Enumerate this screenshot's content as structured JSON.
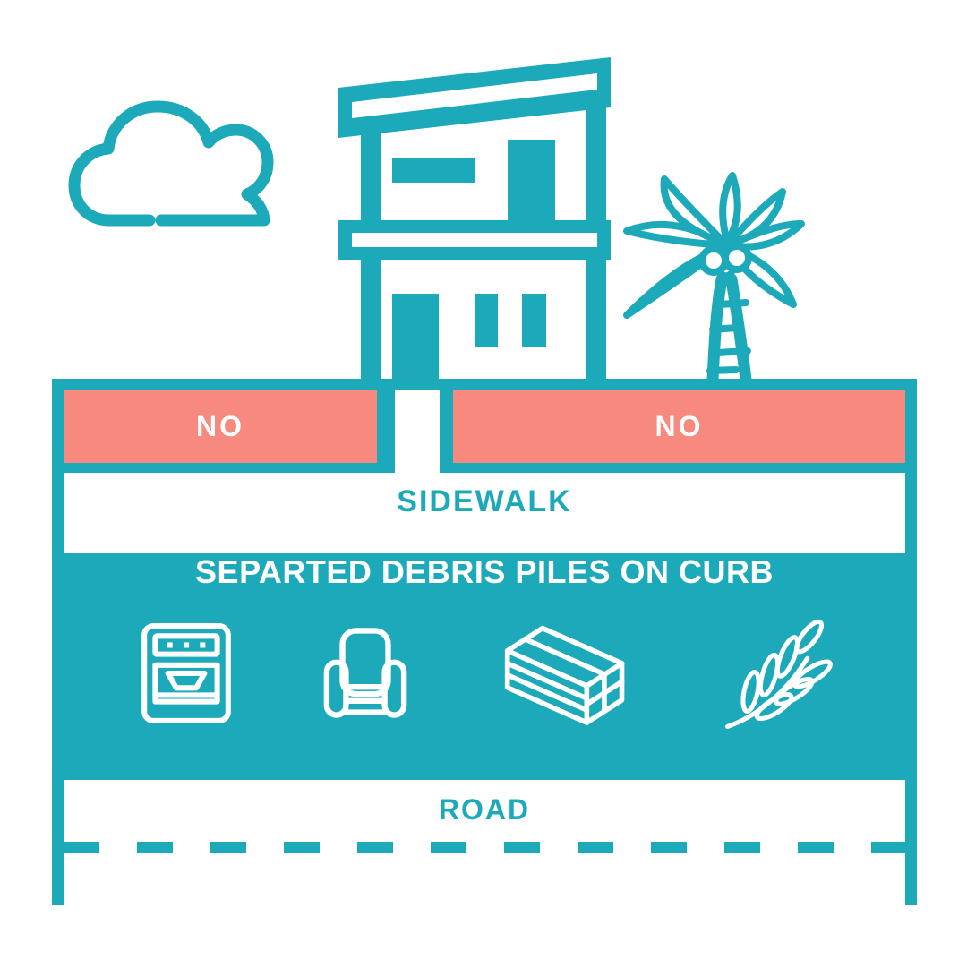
{
  "illustration": {
    "cloud_icon": "cloud-icon",
    "house_icon": "house-icon",
    "palm_tree_icon": "palm-tree-icon"
  },
  "diagram": {
    "no_zones": [
      {
        "label": "NO"
      },
      {
        "label": "NO"
      }
    ],
    "sidewalk_label": "SIDEWALK",
    "curb_section": {
      "title": "SEPARTED DEBRIS PILES ON CURB",
      "icons": [
        "appliance-icon",
        "armchair-icon",
        "lumber-icon",
        "vegetation-branch-icon"
      ]
    },
    "road_label": "ROAD"
  },
  "colors": {
    "teal": "#1CA9B9",
    "salmon": "#F8897F",
    "white": "#FFFFFF"
  }
}
